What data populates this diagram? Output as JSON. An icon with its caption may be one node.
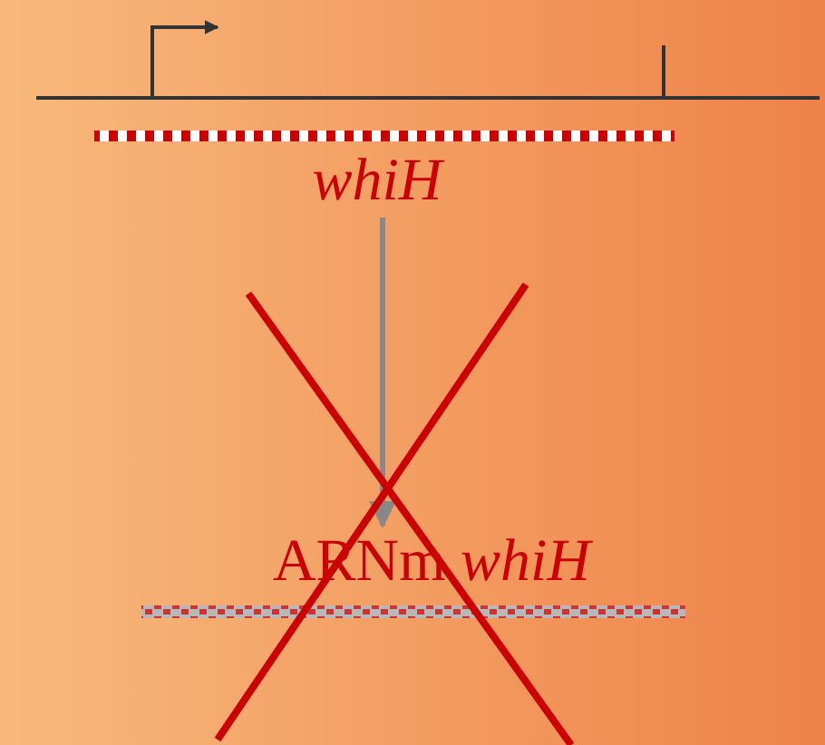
{
  "diagram": {
    "nodes": [
      {
        "text": [
          "whiH"
        ]
      },
      {
        "text": [
          "ARNm *whiH*"
        ]
      }
    ],
    "edges": [
      {
        "from": 0,
        "to": 1,
        "arrow": "to"
      }
    ]
  }
}
